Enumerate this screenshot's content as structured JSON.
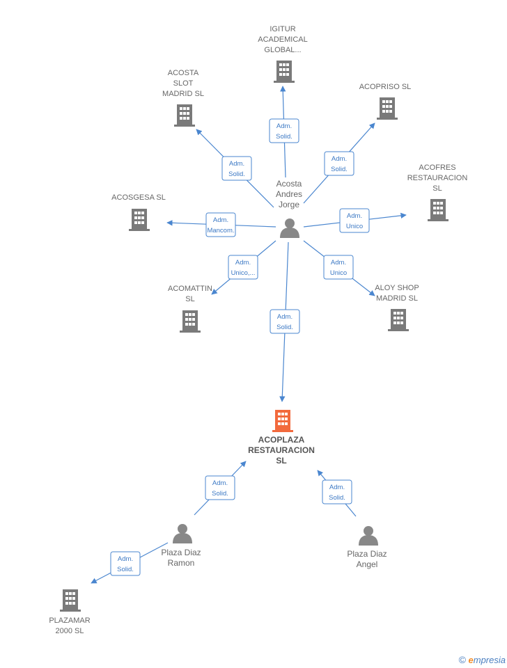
{
  "colors": {
    "edge": "#4a86cf",
    "company": "#7a7a7a",
    "main_company": "#f26a3d",
    "person": "#888888",
    "label": "#666666"
  },
  "companies": [
    {
      "id": "igitur",
      "lines": [
        "IGITUR",
        "ACADEMICAL",
        "GLOBAL..."
      ],
      "main": false
    },
    {
      "id": "acosta-slot",
      "lines": [
        "ACOSTA",
        "SLOT",
        "MADRID SL"
      ],
      "main": false
    },
    {
      "id": "acopriso",
      "lines": [
        "ACOPRISO  SL"
      ],
      "main": false
    },
    {
      "id": "acofres",
      "lines": [
        "ACOFRES",
        "RESTAURACION",
        "SL"
      ],
      "main": false
    },
    {
      "id": "acosgesa",
      "lines": [
        "ACOSGESA SL"
      ],
      "main": false
    },
    {
      "id": "acomattin",
      "lines": [
        "ACOMATTIN",
        "SL"
      ],
      "main": false
    },
    {
      "id": "aloy",
      "lines": [
        "ALOY SHOP",
        "MADRID SL"
      ],
      "main": false
    },
    {
      "id": "acoplaza",
      "lines": [
        "ACOPLAZA",
        "RESTAURACION",
        "SL"
      ],
      "main": true
    },
    {
      "id": "plazamar",
      "lines": [
        "PLAZAMAR",
        "2000  SL"
      ],
      "main": false
    }
  ],
  "persons": [
    {
      "id": "acosta-jorge",
      "lines": [
        "Acosta",
        "Andres",
        "Jorge"
      ]
    },
    {
      "id": "plaza-ramon",
      "lines": [
        "Plaza Diaz",
        "Ramon"
      ]
    },
    {
      "id": "plaza-angel",
      "lines": [
        "Plaza Diaz",
        "Angel"
      ]
    }
  ],
  "edges": [
    {
      "id": "e-igitur",
      "lines": [
        "Adm.",
        "Solid."
      ]
    },
    {
      "id": "e-acosta-slot",
      "lines": [
        "Adm.",
        "Solid."
      ]
    },
    {
      "id": "e-acopriso",
      "lines": [
        "Adm.",
        "Solid."
      ]
    },
    {
      "id": "e-acofres",
      "lines": [
        "Adm.",
        "Unico"
      ]
    },
    {
      "id": "e-acosgesa",
      "lines": [
        "Adm.",
        "Mancom."
      ]
    },
    {
      "id": "e-acomattin",
      "lines": [
        "Adm.",
        "Unico,..."
      ]
    },
    {
      "id": "e-aloy",
      "lines": [
        "Adm.",
        "Unico"
      ]
    },
    {
      "id": "e-acoplaza-jorge",
      "lines": [
        "Adm.",
        "Solid."
      ]
    },
    {
      "id": "e-acoplaza-ramon",
      "lines": [
        "Adm.",
        "Solid."
      ]
    },
    {
      "id": "e-acoplaza-angel",
      "lines": [
        "Adm.",
        "Solid."
      ]
    },
    {
      "id": "e-plazamar",
      "lines": [
        "Adm.",
        "Solid."
      ]
    }
  ],
  "footer": {
    "copyright": "©",
    "brand_initial": "e",
    "brand_rest": "mpresia"
  }
}
